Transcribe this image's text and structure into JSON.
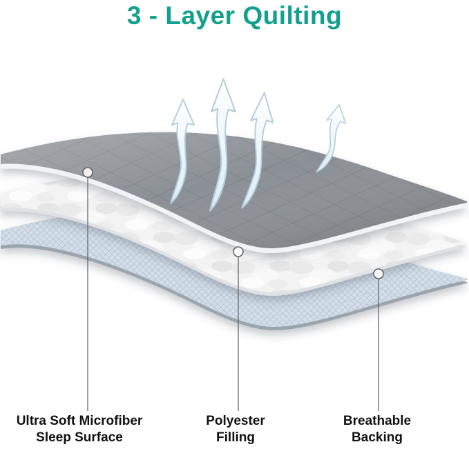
{
  "title": "3 - Layer Quilting",
  "layers": [
    {
      "name": "sleep-surface",
      "label_line1": "Ultra Soft Microfiber",
      "label_line2": "Sleep Surface"
    },
    {
      "name": "polyester-filling",
      "label_line1": "Polyester",
      "label_line2": "Filling"
    },
    {
      "name": "breathable-backing",
      "label_line1": "Breathable",
      "label_line2": "Backing"
    }
  ],
  "illustration": {
    "airflow_arrow_count": 4,
    "airflow_arrow_icon": "airflow-arrow-icon"
  },
  "colors": {
    "title": "#13a08e",
    "top_layer": "#8b9096",
    "top_layer_quilt_line": "#6f747a",
    "middle_layer": "#f3f3f3",
    "bottom_layer": "#d5dfe9",
    "bottom_layer_weave_line": "#b2c2d1",
    "label_text": "#111111",
    "callout_line": "#5f5f5f",
    "arrow_outline": "#b4cedc"
  }
}
